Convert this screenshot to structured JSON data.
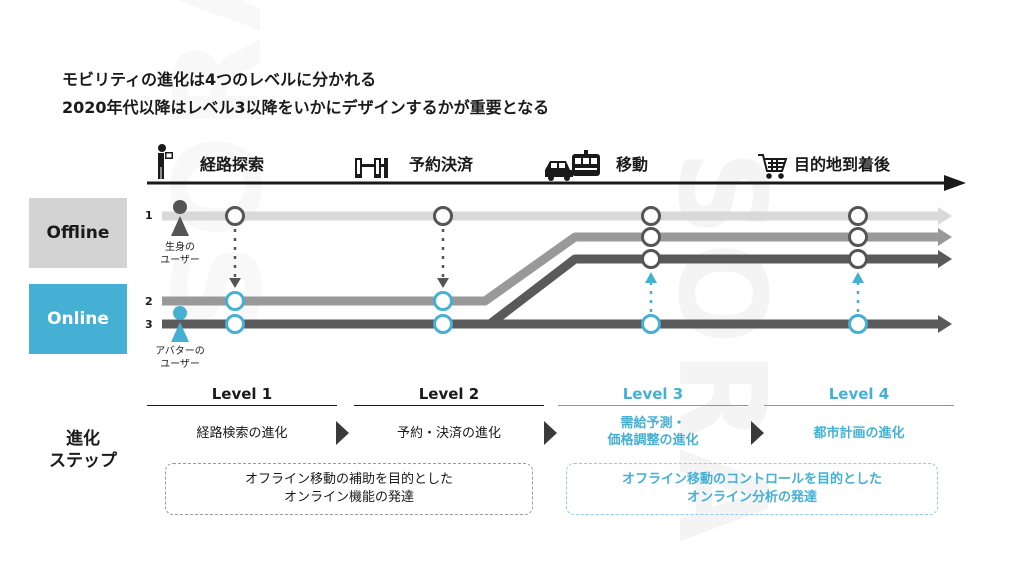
{
  "title": {
    "line1": "モビリティの進化は4つのレベルに分かれる",
    "line2": "2020年代以降はレベル3以降をいかにデザインするかが重要となる"
  },
  "watermark": "SORA",
  "stages": [
    {
      "label": "経路探索",
      "icon": "person-reading-map-icon"
    },
    {
      "label": "予約決済",
      "icon": "ticket-gate-icon"
    },
    {
      "label": "移動",
      "icon": "car-and-train-icon"
    },
    {
      "label": "目的地到着後",
      "icon": "shopping-cart-icon"
    }
  ],
  "sides": {
    "offline": "Offline",
    "online": "Online"
  },
  "lanes": {
    "one": "1",
    "two": "2",
    "three": "3"
  },
  "users": {
    "physical": [
      "生身の",
      "ユーザー"
    ],
    "avatar": [
      "アバターの",
      "ユーザー"
    ]
  },
  "levels": [
    "Level 1",
    "Level 2",
    "Level 3",
    "Level 4"
  ],
  "steps_label": [
    "進化",
    "ステップ"
  ],
  "steps": [
    [
      "経路検索の進化"
    ],
    [
      "予約・決済の進化"
    ],
    [
      "需給予測・",
      "価格調整の進化"
    ],
    [
      "都市計画の進化"
    ]
  ],
  "notes": {
    "left": [
      "オフライン移動の補助を目的とした",
      "オンライン機能の発達"
    ],
    "right": [
      "オフライン移動のコントロールを目的とした",
      "オンライン分析の発達"
    ]
  },
  "colors": {
    "accent": "#45b0d4",
    "offline_box": "#d3d3d3",
    "online_box": "#45b0d4",
    "lane1": "#d9d9d9",
    "lane2": "#999999",
    "lane3": "#5a5a5a",
    "dark": "#1a1a1a"
  }
}
